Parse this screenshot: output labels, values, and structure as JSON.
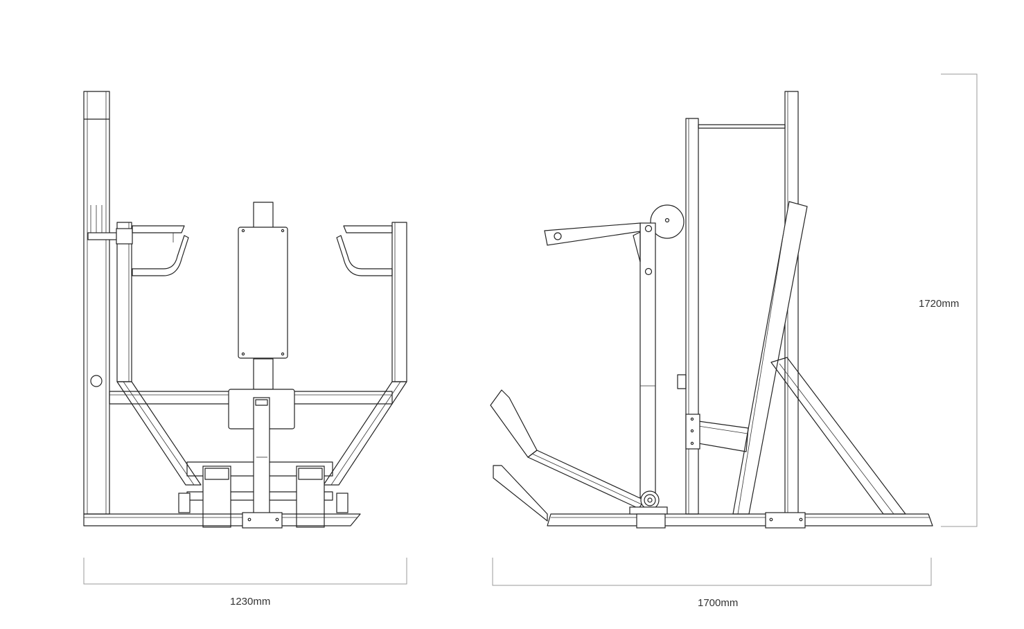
{
  "dimensions": {
    "front_width": "1230mm",
    "side_length": "1700mm",
    "height": "1720mm"
  }
}
